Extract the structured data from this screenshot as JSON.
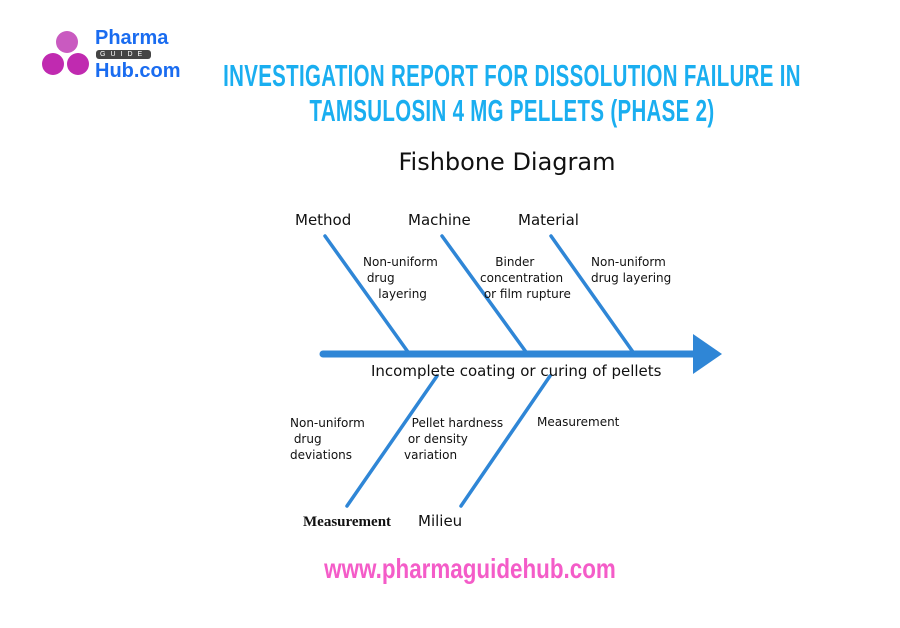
{
  "logo": {
    "line1": "Pharma",
    "line2": "GUIDE",
    "line3": "Hub.com",
    "colors": {
      "text": "#1a6cf0",
      "circles": "#c02ab0"
    }
  },
  "title": {
    "line1": "INVESTIGATION REPORT FOR DISSOLUTION FAILURE IN",
    "line2": "TAMSULOSIN 4 MG PELLETS (PHASE 2)",
    "color": "#1aaef0"
  },
  "diagram": {
    "heading": "Fishbone Diagram",
    "effect": "Incomplete coating or curing of pellets",
    "line_color": "#2f86d6",
    "top_categories": [
      {
        "label": "Method",
        "cause": "Non-uniform\n drug\n    layering"
      },
      {
        "label": "Machine",
        "cause": "    Binder\nconcentration\n or film rupture"
      },
      {
        "label": "Material",
        "cause": "Non-uniform\ndrug layering"
      }
    ],
    "bottom_categories": [
      {
        "label": "Measurement",
        "cause": "Non-uniform\n drug\ndeviations"
      },
      {
        "label": "Milieu",
        "cause": "  Pellet hardness\n or density\nvariation"
      }
    ],
    "extra_cause": "Measurement"
  },
  "footer": {
    "url": "www.pharmaguidehub.com",
    "color": "#f45cc8"
  }
}
